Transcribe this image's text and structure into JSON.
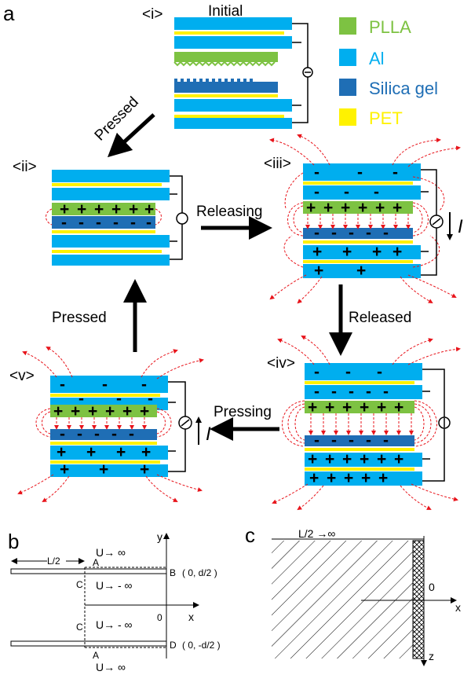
{
  "colors": {
    "plla": "#7dc242",
    "al": "#00aeef",
    "silica": "#1f6eb5",
    "pet": "#fff200",
    "field": "#e8141b",
    "arrow": "#000000"
  },
  "panel_labels": {
    "a": "a",
    "b": "b",
    "c": "c"
  },
  "stages": {
    "i": "<i>",
    "ii": "<ii>",
    "iii": "<iii>",
    "iv": "<iv>",
    "v": "<v>"
  },
  "titles": {
    "initial": "Initial"
  },
  "legend": [
    {
      "label": "PLLA",
      "color": "#7dc242",
      "text_color": "#7dc242"
    },
    {
      "label": "Al",
      "color": "#00aeef",
      "text_color": "#00aeef"
    },
    {
      "label": "Silica gel",
      "color": "#1f6eb5",
      "text_color": "#1f6eb5"
    },
    {
      "label": "PET",
      "color": "#fff200",
      "text_color": "#fff200"
    }
  ],
  "transitions": {
    "pressed_1": "Pressed",
    "releasing": "Releasing",
    "released": "Released",
    "pressing": "Pressing",
    "pressed_2": "Pressed"
  },
  "current_label": "I",
  "signs": {
    "plus": "+",
    "minus": "-"
  },
  "panel_b": {
    "length": "L/2",
    "u_top": "U→ ∞",
    "u_mid1": "U→ - ∞",
    "u_mid2": "U→ - ∞",
    "u_bottom": "U→ ∞",
    "point_A_top": "A",
    "point_A_bottom": "A",
    "point_C_top": "C",
    "point_C_bottom": "C",
    "point_B": "B",
    "point_D": "D",
    "coord_B": "( 0, d/2 )",
    "coord_D": "( 0, -d/2 )",
    "origin": "0",
    "axis_x": "x",
    "axis_y": "y"
  },
  "panel_c": {
    "length": "L/2  →∞",
    "origin": "0",
    "axis_x": "x",
    "axis_z": "z"
  }
}
